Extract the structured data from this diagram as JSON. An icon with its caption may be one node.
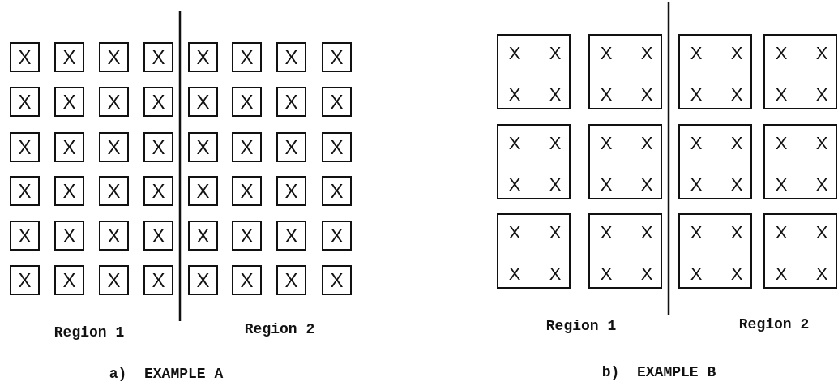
{
  "diagram": {
    "nodes": [
      {
        "text": [
          "X"
        ]
      },
      {
        "text": [
          "X"
        ]
      },
      {
        "text": [
          "X"
        ]
      },
      {
        "text": [
          "X"
        ]
      },
      {
        "text": [
          "X"
        ]
      },
      {
        "text": [
          "X"
        ]
      },
      {
        "text": [
          "X"
        ]
      },
      {
        "text": [
          "X"
        ]
      },
      {
        "text": [
          "X"
        ]
      },
      {
        "text": [
          "X"
        ]
      },
      {
        "text": [
          "X"
        ]
      },
      {
        "text": [
          "X"
        ]
      },
      {
        "text": [
          "X"
        ]
      },
      {
        "text": [
          "X"
        ]
      },
      {
        "text": [
          "X"
        ]
      },
      {
        "text": [
          "X"
        ]
      },
      {
        "text": [
          "X"
        ]
      },
      {
        "text": [
          "X"
        ]
      },
      {
        "text": [
          "X"
        ]
      },
      {
        "text": [
          "X"
        ]
      },
      {
        "text": [
          "X"
        ]
      },
      {
        "text": [
          "X"
        ]
      },
      {
        "text": [
          "X"
        ]
      },
      {
        "text": [
          "X"
        ]
      },
      {
        "text": [
          "X"
        ]
      },
      {
        "text": [
          "X"
        ]
      },
      {
        "text": [
          "X"
        ]
      },
      {
        "text": [
          "X"
        ]
      },
      {
        "text": [
          "X"
        ]
      },
      {
        "text": [
          "X"
        ]
      },
      {
        "text": [
          "X"
        ]
      },
      {
        "text": [
          "X"
        ]
      },
      {
        "text": [
          "X"
        ]
      },
      {
        "text": [
          "X"
        ]
      },
      {
        "text": [
          "X"
        ]
      },
      {
        "text": [
          "X"
        ]
      },
      {
        "text": [
          "X"
        ]
      },
      {
        "text": [
          "X"
        ]
      },
      {
        "text": [
          "X"
        ]
      },
      {
        "text": [
          "X"
        ]
      },
      {
        "text": [
          "X"
        ]
      },
      {
        "text": [
          "X"
        ]
      },
      {
        "text": [
          "X"
        ]
      },
      {
        "text": [
          "X"
        ]
      },
      {
        "text": [
          "X"
        ]
      },
      {
        "text": [
          "X"
        ]
      },
      {
        "text": [
          "X"
        ]
      },
      {
        "text": [
          "X"
        ]
      },
      {
        "text": [
          "X",
          "X",
          "X",
          "X"
        ]
      },
      {
        "text": [
          "X",
          "X",
          "X",
          "X"
        ]
      },
      {
        "text": [
          "X",
          "X",
          "X",
          "X"
        ]
      },
      {
        "text": [
          "X",
          "X",
          "X",
          "X"
        ]
      },
      {
        "text": [
          "X",
          "X",
          "X",
          "X"
        ]
      },
      {
        "text": [
          "X",
          "X",
          "X",
          "X"
        ]
      },
      {
        "text": [
          "X",
          "X",
          "X",
          "X"
        ]
      },
      {
        "text": [
          "X",
          "X",
          "X",
          "X"
        ]
      },
      {
        "text": [
          "X",
          "X",
          "X",
          "X"
        ]
      },
      {
        "text": [
          "X",
          "X",
          "X",
          "X"
        ]
      },
      {
        "text": [
          "X",
          "X",
          "X",
          "X"
        ]
      },
      {
        "text": [
          "X",
          "X",
          "X",
          "X"
        ]
      }
    ],
    "labels": [
      "Region 1",
      "Region 2",
      "Region 1",
      "Region 2",
      "a)  EXAMPLE A",
      "b)  EXAMPLE B"
    ]
  }
}
